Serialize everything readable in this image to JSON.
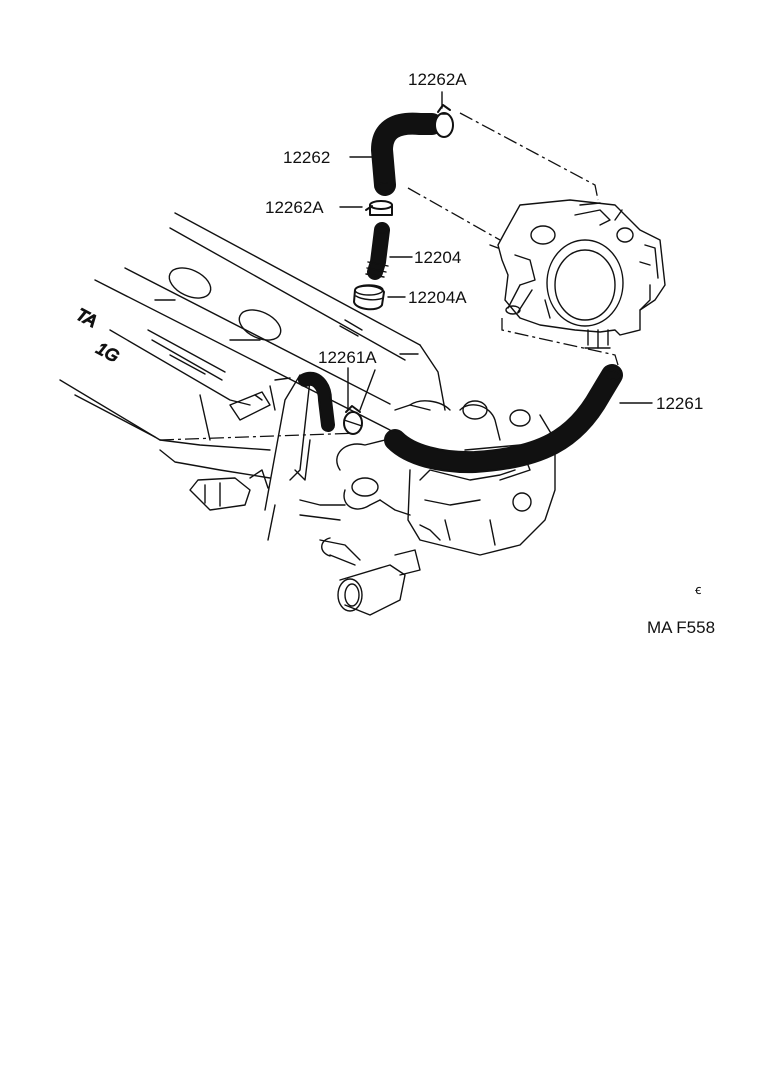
{
  "diagram": {
    "part_labels": {
      "p12262A_top": "12262A",
      "p12262": "12262",
      "p12262A_mid": "12262A",
      "p12204": "12204",
      "p12204A": "12204A",
      "p12261A": "12261A",
      "p12261": "12261"
    },
    "engine_marking_1": "TA",
    "engine_marking_2": "1G",
    "small_mark": "ꞓ",
    "figure_code": "MA F558"
  }
}
